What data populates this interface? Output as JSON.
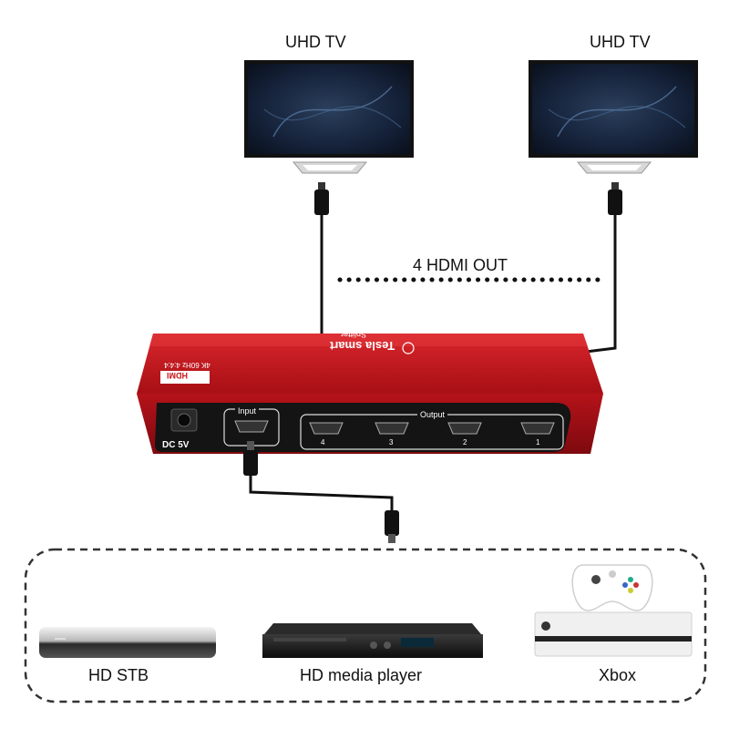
{
  "tvs": [
    {
      "label": "UHD TV"
    },
    {
      "label": "UHD TV"
    }
  ],
  "hdmi_out_label": "4 HDMI OUT",
  "splitter": {
    "brand": "Tesla smart",
    "model": "Splitter",
    "logo": "HDMI",
    "spec": "4K 60Hz 4:4:4",
    "power_label": "DC 5V",
    "input_label": "Input",
    "output_label": "Output",
    "port_numbers": [
      "4",
      "3",
      "2",
      "1"
    ],
    "body_color": "#c8161b"
  },
  "sources": [
    {
      "label": "HD STB",
      "icon": "set-top-box-icon"
    },
    {
      "label": "HD media player",
      "icon": "media-player-icon"
    },
    {
      "label": "Xbox",
      "icon": "xbox-console-icon"
    }
  ]
}
